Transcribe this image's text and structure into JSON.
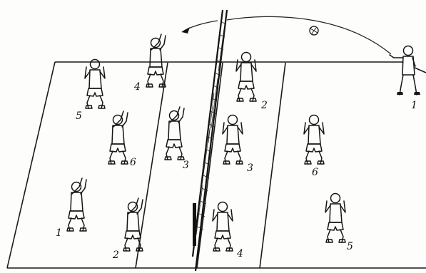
{
  "diagram": {
    "description_labels": [
      {
        "id": "serve-player",
        "text": "1",
        "team": "right"
      },
      {
        "id": "left-4",
        "text": "4",
        "team": "left"
      },
      {
        "id": "left-5",
        "text": "5",
        "team": "left"
      },
      {
        "id": "left-6",
        "text": "6",
        "team": "left"
      },
      {
        "id": "left-3",
        "text": "3",
        "team": "left"
      },
      {
        "id": "left-1",
        "text": "1",
        "team": "left"
      },
      {
        "id": "left-2",
        "text": "2",
        "team": "left"
      },
      {
        "id": "right-2",
        "text": "2",
        "team": "right"
      },
      {
        "id": "right-3",
        "text": "3",
        "team": "right"
      },
      {
        "id": "right-4",
        "text": "4",
        "team": "right"
      },
      {
        "id": "right-6",
        "text": "6",
        "team": "right"
      },
      {
        "id": "right-5",
        "text": "5",
        "team": "right"
      }
    ]
  },
  "colors": {
    "ink": "#151515",
    "paper": "#fdfdfb"
  }
}
